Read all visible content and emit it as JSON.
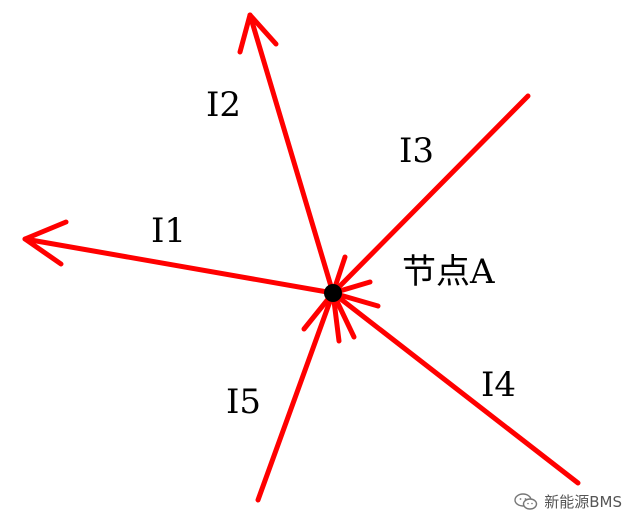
{
  "node": {
    "label": "节点A"
  },
  "currents": [
    {
      "label": "I1"
    },
    {
      "label": "I2"
    },
    {
      "label": "I3"
    },
    {
      "label": "I4"
    },
    {
      "label": "I5"
    }
  ],
  "watermark": {
    "text": "新能源BMS",
    "icon": "wechat-icon"
  },
  "colors": {
    "current_line": "#ff0000",
    "node_dot": "#000000",
    "background": "#ffffff"
  }
}
